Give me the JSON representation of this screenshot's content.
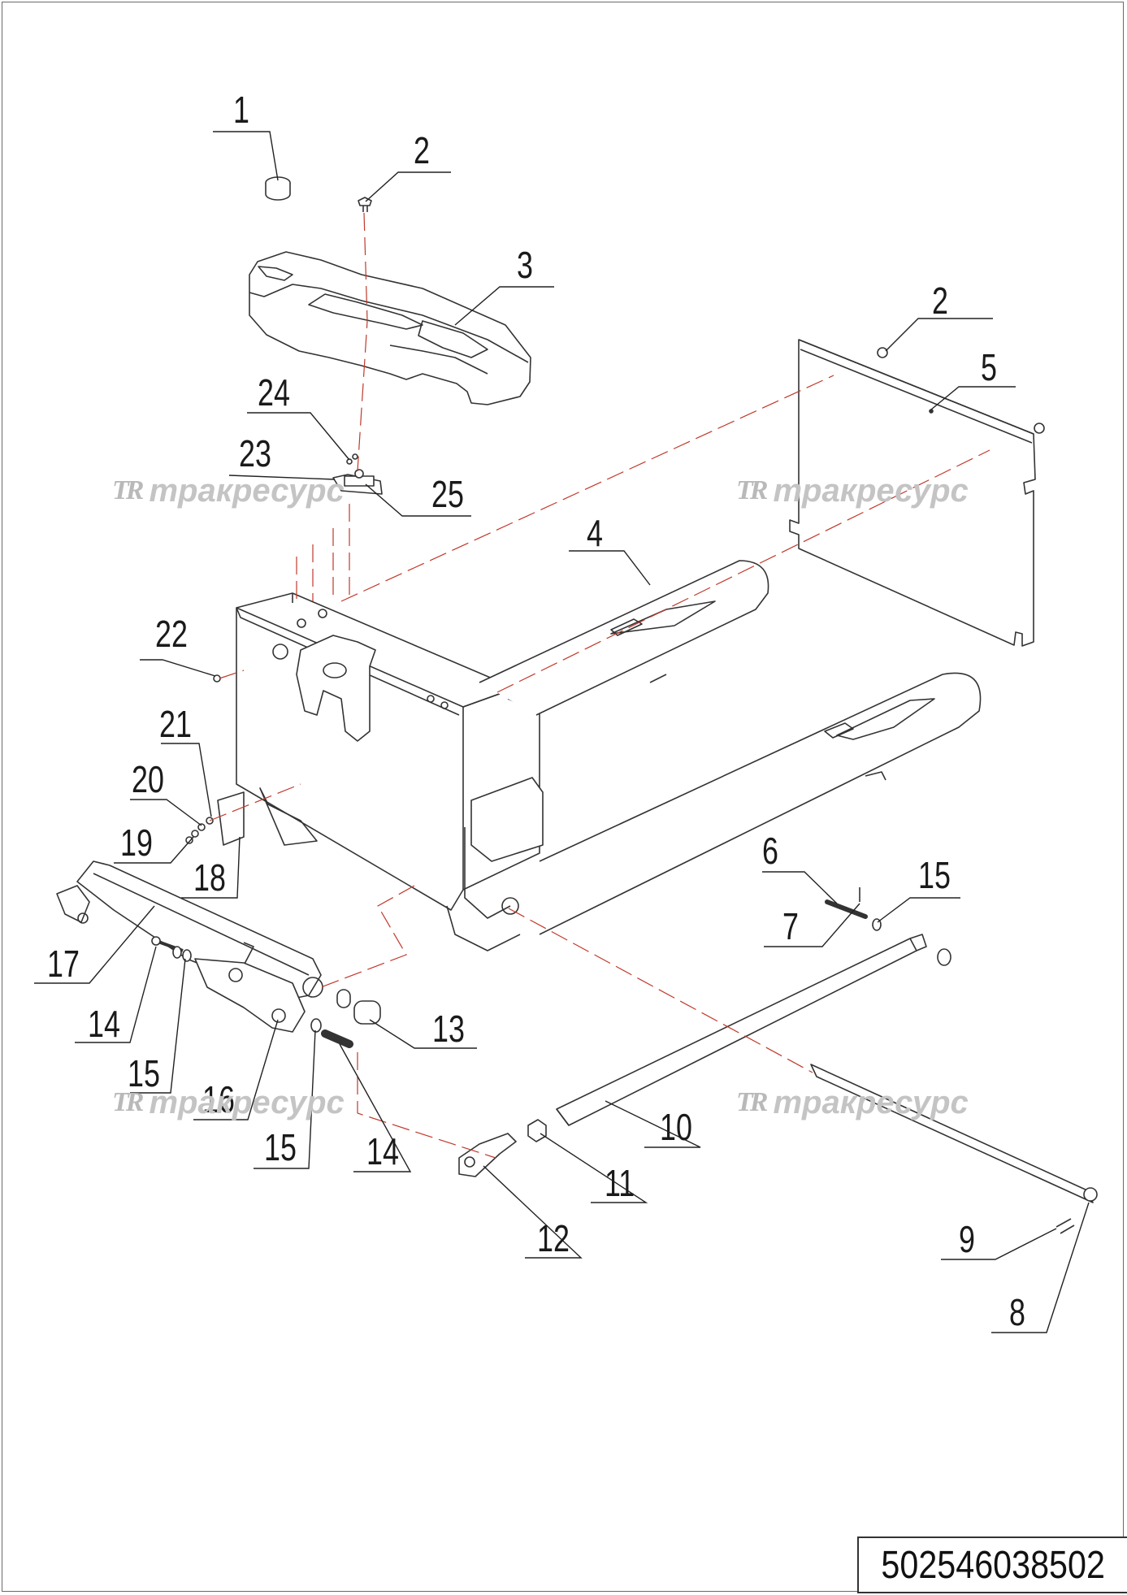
{
  "diagram": {
    "callouts": [
      {
        "label": "1"
      },
      {
        "label": "2"
      },
      {
        "label": "3"
      },
      {
        "label": "24"
      },
      {
        "label": "23"
      },
      {
        "label": "25"
      },
      {
        "label": "2"
      },
      {
        "label": "5"
      },
      {
        "label": "4"
      },
      {
        "label": "22"
      },
      {
        "label": "21"
      },
      {
        "label": "20"
      },
      {
        "label": "19"
      },
      {
        "label": "18"
      },
      {
        "label": "17"
      },
      {
        "label": "14"
      },
      {
        "label": "15"
      },
      {
        "label": "16"
      },
      {
        "label": "15"
      },
      {
        "label": "14"
      },
      {
        "label": "13"
      },
      {
        "label": "12"
      },
      {
        "label": "11"
      },
      {
        "label": "10"
      },
      {
        "label": "6"
      },
      {
        "label": "7"
      },
      {
        "label": "15"
      },
      {
        "label": "9"
      },
      {
        "label": "8"
      }
    ],
    "watermarks": [
      {
        "text": "тракресурс"
      },
      {
        "text": "тракресурс"
      },
      {
        "text": "тракресурс"
      },
      {
        "text": "тракресурс"
      }
    ],
    "watermark_logo": "TR",
    "document_number": "502546038502"
  }
}
